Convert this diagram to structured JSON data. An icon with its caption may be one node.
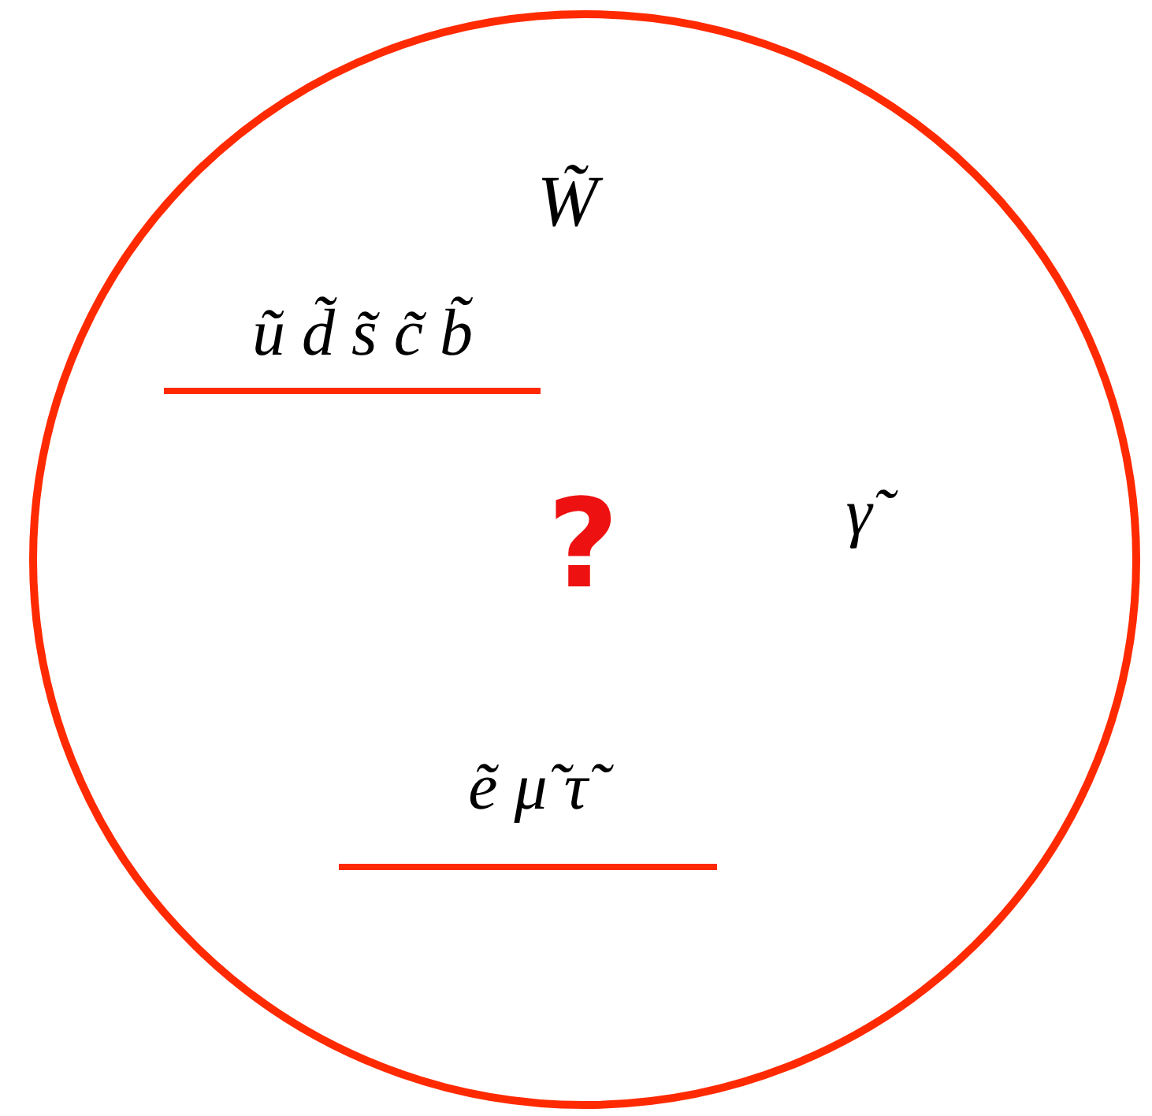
{
  "diagram": {
    "nodes": [
      {
        "text": [
          "W̃",
          "ũ d̃ s̃ c̃ b̃",
          "?",
          "γ̃",
          "ẽ μ̃ τ̃"
        ]
      }
    ]
  }
}
